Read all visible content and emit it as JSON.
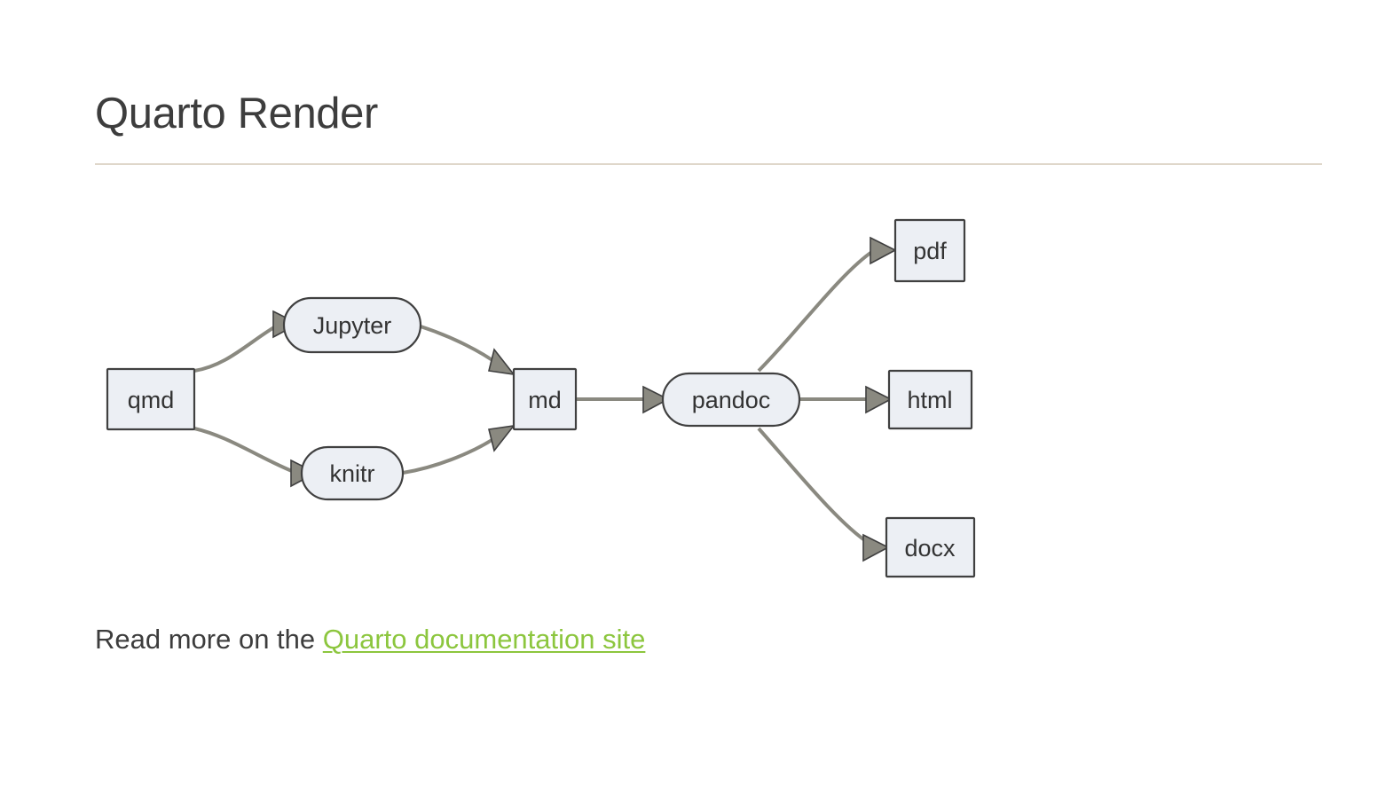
{
  "page": {
    "title": "Quarto Render",
    "background_color": "#ffffff",
    "rule_color": "#dfd7ca",
    "title_color": "#3d3d3d"
  },
  "diagram": {
    "type": "flowchart",
    "direction": "left-to-right",
    "node_fill": "#eceff4",
    "node_border": "#404040",
    "edge_color": "#8a8980",
    "label_color": "#333333",
    "nodes": [
      {
        "id": "qmd",
        "label": "qmd",
        "shape": "rect"
      },
      {
        "id": "jupyter",
        "label": "Jupyter",
        "shape": "stadium"
      },
      {
        "id": "knitr",
        "label": "knitr",
        "shape": "stadium"
      },
      {
        "id": "md",
        "label": "md",
        "shape": "rect"
      },
      {
        "id": "pandoc",
        "label": "pandoc",
        "shape": "stadium"
      },
      {
        "id": "pdf",
        "label": "pdf",
        "shape": "rect"
      },
      {
        "id": "html",
        "label": "html",
        "shape": "rect"
      },
      {
        "id": "docx",
        "label": "docx",
        "shape": "rect"
      }
    ],
    "edges": [
      {
        "from": "qmd",
        "to": "jupyter"
      },
      {
        "from": "qmd",
        "to": "knitr"
      },
      {
        "from": "jupyter",
        "to": "md"
      },
      {
        "from": "knitr",
        "to": "md"
      },
      {
        "from": "md",
        "to": "pandoc"
      },
      {
        "from": "pandoc",
        "to": "pdf"
      },
      {
        "from": "pandoc",
        "to": "html"
      },
      {
        "from": "pandoc",
        "to": "docx"
      }
    ]
  },
  "footer": {
    "lead_text": "Read more on the ",
    "link_text": "Quarto documentation site",
    "link_color": "#8cc63e"
  }
}
